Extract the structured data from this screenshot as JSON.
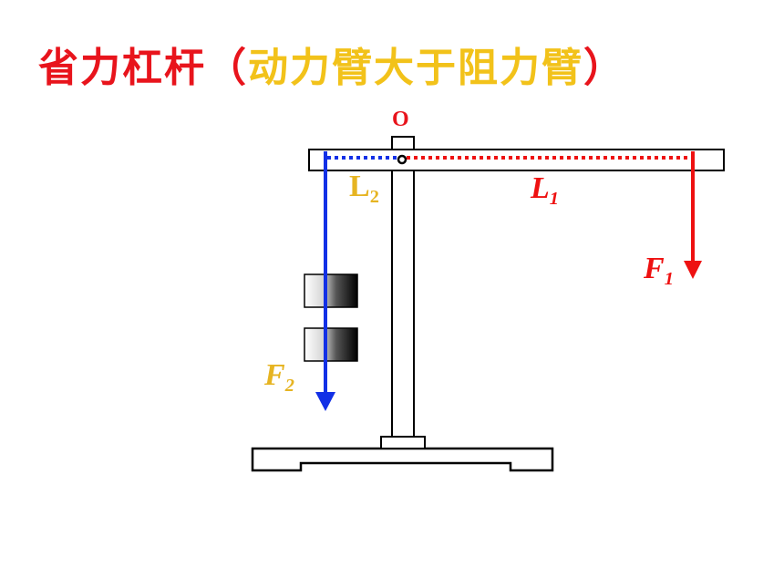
{
  "title": {
    "main": "省力杠杆",
    "open_paren": "（",
    "sub": "动力臂大于阻力臂",
    "close_paren": "）"
  },
  "labels": {
    "pivot": "O",
    "L2": {
      "base": "L",
      "sub": "2"
    },
    "L1": {
      "base": "L",
      "sub": "1"
    },
    "F1": {
      "base": "F",
      "sub": "1"
    },
    "F2": {
      "base": "F",
      "sub": "2"
    }
  },
  "colors": {
    "title_red": "#e8141c",
    "title_yellow": "#f2c21a",
    "effort_red": "#ee1111",
    "load_blue": "#1230e6",
    "label_gold": "#e6b422"
  }
}
